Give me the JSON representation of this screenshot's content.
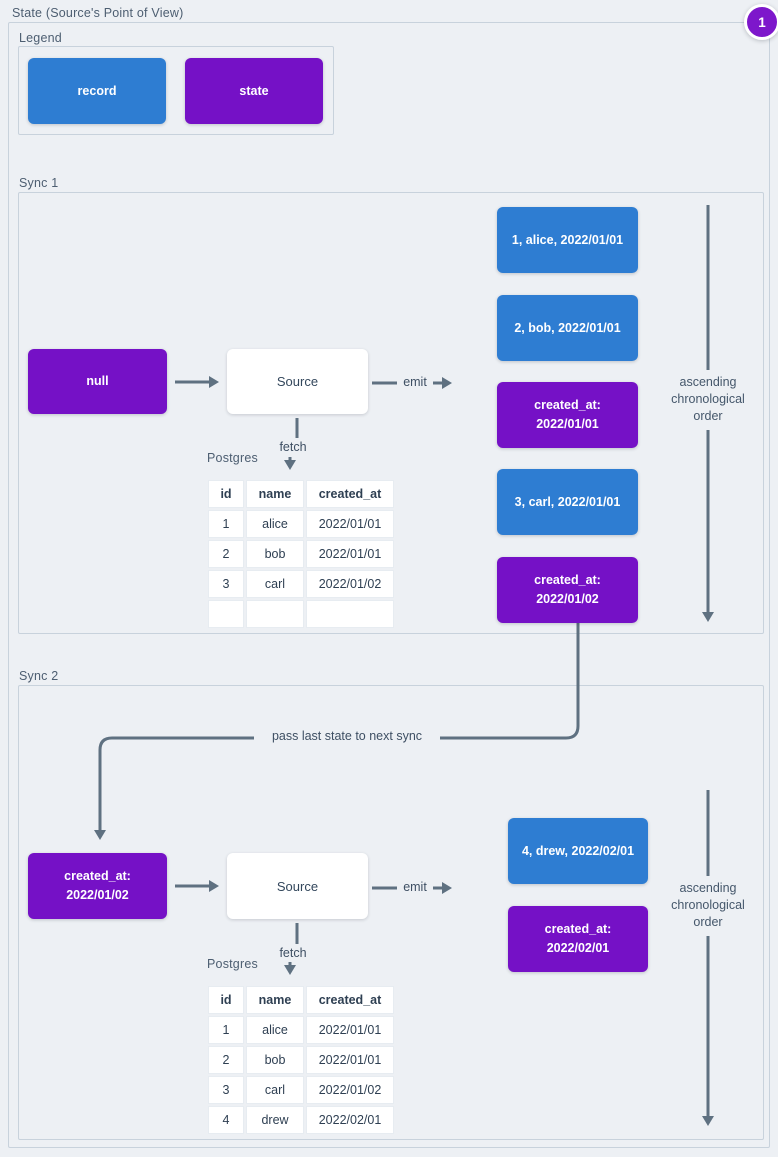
{
  "colors": {
    "record_blue": "#2e7dd2",
    "state_purple": "#7511c6",
    "badge_purple": "#7d17cb",
    "arrow_gray": "#5f7181"
  },
  "header": {
    "title": "State (Source's Point of View)",
    "badge_count": "1"
  },
  "legend": {
    "label": "Legend",
    "record_label": "record",
    "state_label": "state"
  },
  "pass_state_label": "pass last state to next sync",
  "sync1": {
    "label": "Sync 1",
    "input_state": "null",
    "source": "Source",
    "emit": "emit",
    "fetch": "fetch",
    "db": "Postgres",
    "table": {
      "headers": [
        "id",
        "name",
        "created_at"
      ],
      "rows": [
        [
          "1",
          "alice",
          "2022/01/01"
        ],
        [
          "2",
          "bob",
          "2022/01/01"
        ],
        [
          "3",
          "carl",
          "2022/01/02"
        ],
        [
          "",
          "",
          ""
        ]
      ]
    },
    "emitted": [
      {
        "kind": "record",
        "text": "1, alice, 2022/01/01"
      },
      {
        "kind": "record",
        "text": "2, bob, 2022/01/01"
      },
      {
        "kind": "state",
        "text": "created_at:\n2022/01/01"
      },
      {
        "kind": "record",
        "text": "3, carl, 2022/01/01"
      },
      {
        "kind": "state",
        "text": "created_at:\n2022/01/02"
      }
    ],
    "order_note": "ascending chronological order"
  },
  "sync2": {
    "label": "Sync 2",
    "input_state": "created_at:\n2022/01/02",
    "source": "Source",
    "emit": "emit",
    "fetch": "fetch",
    "db": "Postgres",
    "table": {
      "headers": [
        "id",
        "name",
        "created_at"
      ],
      "rows": [
        [
          "1",
          "alice",
          "2022/01/01"
        ],
        [
          "2",
          "bob",
          "2022/01/01"
        ],
        [
          "3",
          "carl",
          "2022/01/02"
        ],
        [
          "4",
          "drew",
          "2022/02/01"
        ]
      ]
    },
    "emitted": [
      {
        "kind": "record",
        "text": "4, drew, 2022/02/01"
      },
      {
        "kind": "state",
        "text": "created_at:\n2022/02/01"
      }
    ],
    "order_note": "ascending chronological order"
  }
}
